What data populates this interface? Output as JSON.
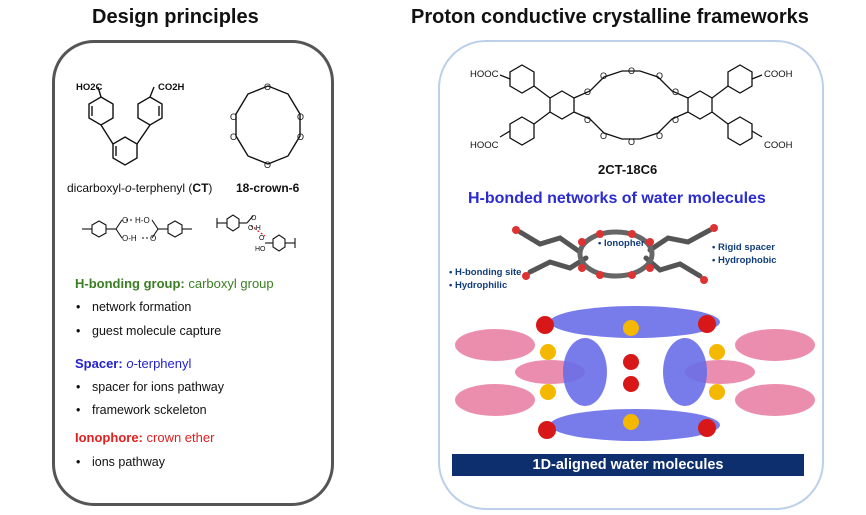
{
  "left": {
    "title": "Design principles",
    "ct_label_prefix": "dicarboxyl-",
    "ct_label_italic": "o",
    "ct_label_mid": "-terphenyl (",
    "ct_label_bold": "CT",
    "ct_label_suffix": ")",
    "crown_label": "18-crown-6",
    "ct_cooh_left": "HO2C",
    "ct_cooh_right": "CO2H",
    "hbond_group": {
      "label": "H-bonding group:",
      "value": "carboxyl group",
      "items": [
        "network formation",
        "guest molecule capture"
      ]
    },
    "spacer": {
      "label": "Spacer:",
      "value_italic": "o",
      "value_rest": "-terphenyl",
      "items": [
        "spacer for ions pathway",
        "framework sckeleton"
      ]
    },
    "ionophore": {
      "label": "Ionophore:",
      "value": "crown ether",
      "items": [
        "ions pathway"
      ]
    }
  },
  "right": {
    "title": "Proton conductive crystalline frameworks",
    "molecule_name": "2CT-18C6",
    "cooh_labels": [
      "HOOC",
      "COOH",
      "HOOC",
      "COOH"
    ],
    "network_title": "H-bonded networks of water molecules",
    "annotations": {
      "ionopher": "Ionopher",
      "rigid_spacer": "Rigid spacer",
      "hydrophobic": "Hydrophobic",
      "hbonding_site": "H-bonding site",
      "hydrophilic": "Hydrophilic"
    },
    "banner": "1D-aligned water molecules"
  },
  "colors": {
    "green": "#3b7d23",
    "blue": "#2222cc",
    "red": "#e02020",
    "banner": "#0e2f6e",
    "pink_framework": "#e77aa0",
    "blue_framework": "#6a6ee8",
    "water_oxygen": "#d81818",
    "water_core": "#f5b800"
  }
}
